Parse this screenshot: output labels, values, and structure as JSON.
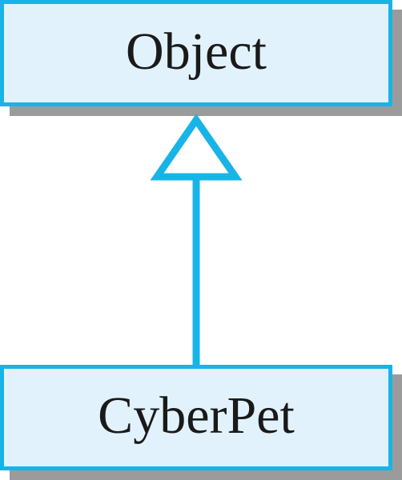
{
  "colors": {
    "stroke": "#18b4e8",
    "box_fill": "#e2f2fc",
    "shadow": "#9b9b9b",
    "text": "#1a1a1a"
  },
  "diagram": {
    "superclass": {
      "label": "Object"
    },
    "subclass": {
      "label": "CyberPet"
    },
    "relationship": "inheritance"
  }
}
